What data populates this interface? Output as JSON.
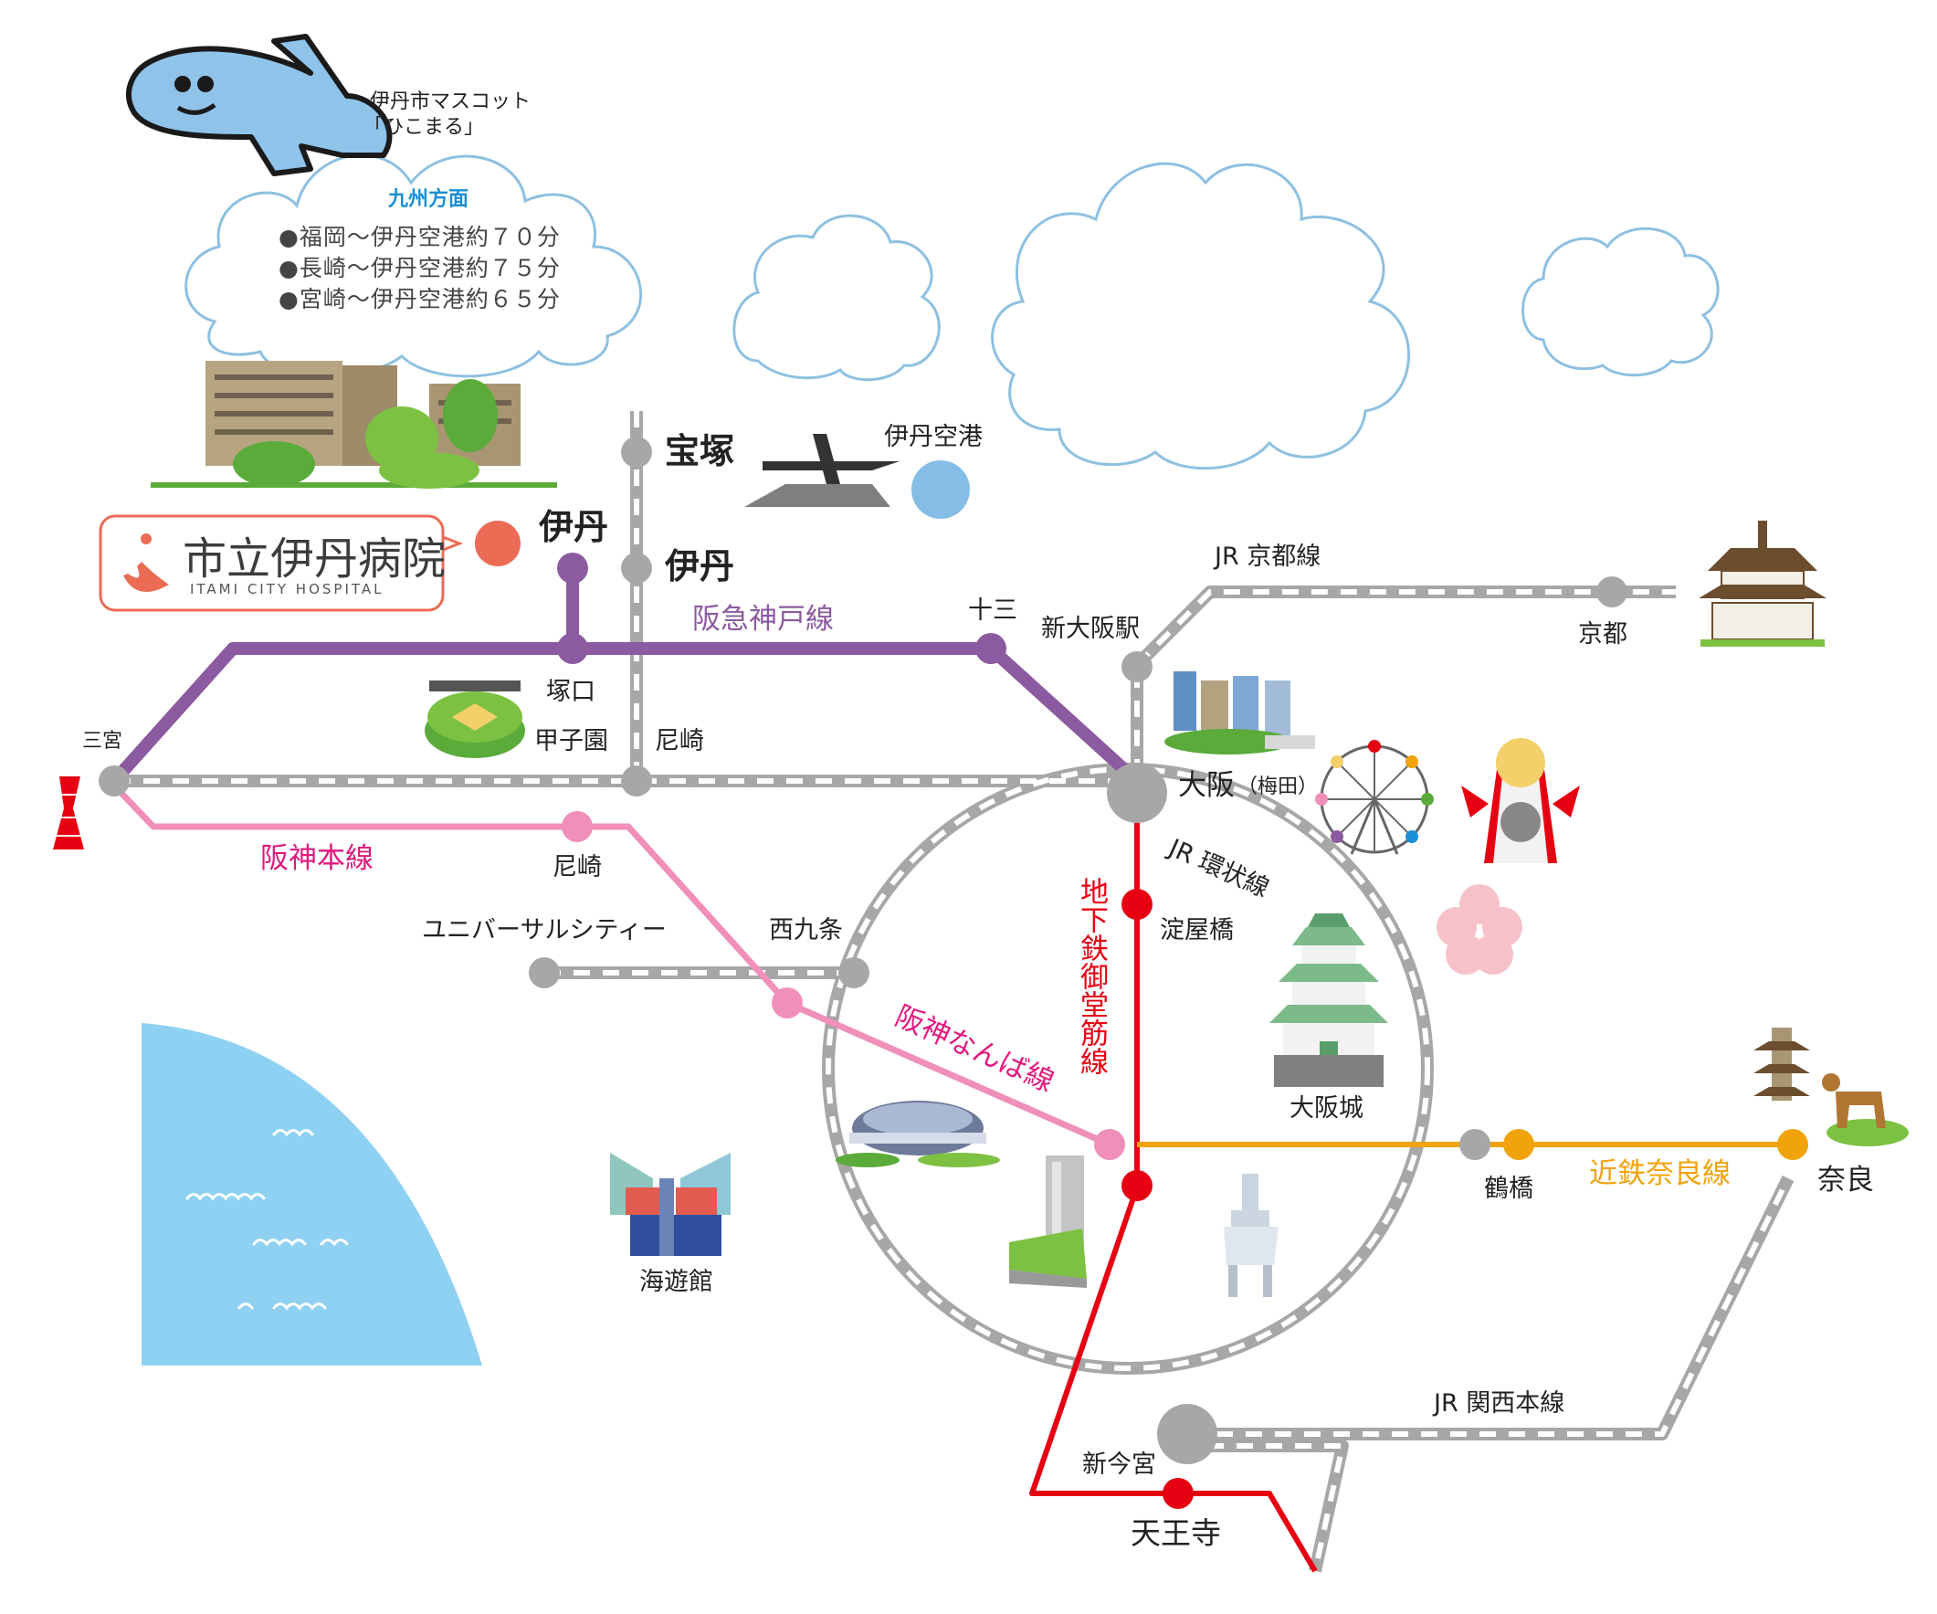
{
  "mascot": {
    "caption_line1": "伊丹市マスコット",
    "caption_line2": "「ひこまる」"
  },
  "kyushu": {
    "title": "九州方面",
    "items": [
      "●福岡～伊丹空港約７０分",
      "●長崎～伊丹空港約７５分",
      "●宮崎～伊丹空港約６５分"
    ]
  },
  "hospital": {
    "name_jp": "市立伊丹病院",
    "name_en": "ITAMI CITY HOSPITAL"
  },
  "stations": {
    "itami_hankyu": "伊丹",
    "takarazuka": "宝塚",
    "itami_jr": "伊丹",
    "itami_airport": "伊丹空港",
    "tsukaguchi": "塚口",
    "juso": "十三",
    "shin_osaka": "新大阪駅",
    "kyoto": "京都",
    "sannomiya": "三宮",
    "koshien": "甲子園",
    "amagasaki_jr": "尼崎",
    "amagasaki_hanshin": "尼崎",
    "osaka": "大阪",
    "umeda": "（梅田）",
    "usj": "ユニバーサルシティー",
    "nishikujo": "西九条",
    "yodoyabashi": "淀屋橋",
    "osaka_castle": "大阪城",
    "tsuruhashi": "鶴橋",
    "nara": "奈良",
    "kaiyukan": "海遊館",
    "shin_imamiya": "新今宮",
    "tennoji": "天王寺"
  },
  "lines": {
    "jr_kyoto": "JR 京都線",
    "hankyu_kobe": "阪急神戸線",
    "hanshin_main": "阪神本線",
    "jr_loop": "JR 環状線",
    "subway_midosuji": "地下鉄御堂筋線",
    "hanshin_namba": "阪神なんば線",
    "kintetsu_nara": "近鉄奈良線",
    "jr_kansai": "JR 関西本線"
  },
  "colors": {
    "jr_gray": "#a7a7a7",
    "hankyu_purple": "#8c5aa0",
    "hanshin_pink": "#ef8fba",
    "hanshin_text": "#e0197d",
    "subway_red": "#e60012",
    "kintetsu_orange": "#f0a30a",
    "kyushu_blue": "#1a8fd4",
    "hospital_dot": "#ec6b55",
    "airport_blue": "#84bde5",
    "sea_blue": "#8fd1f3",
    "cloud_outline": "#8ec0e2"
  }
}
